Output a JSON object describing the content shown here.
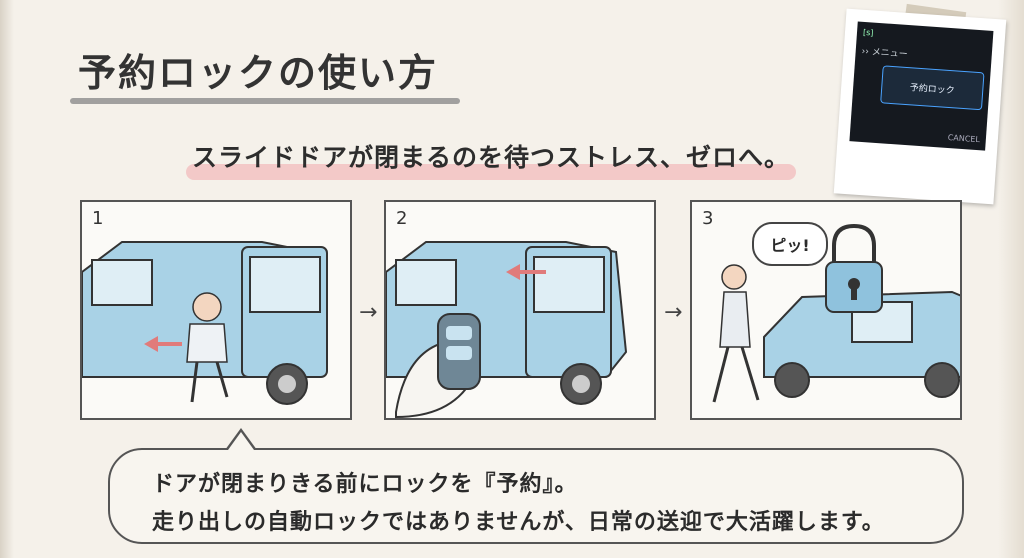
{
  "title": "予約ロックの使い方",
  "subtitle": "スライドドアが閉まるのを待つストレス、ゼロへ。",
  "photo": {
    "menu_label": "メニュー",
    "status": "[s]",
    "button_label": "予約ロック",
    "cancel_label": "CANCEL"
  },
  "steps": [
    {
      "number": "1"
    },
    {
      "number": "2"
    },
    {
      "number": "3",
      "sound": "ピッ!"
    }
  ],
  "arrow_glyph": "→",
  "bubble": {
    "line1": "ドアが閉まりきる前にロックを『予約』。",
    "line2": "走り出しの自動ロックではありませんが、日常の送迎で大活躍します。"
  },
  "colors": {
    "car_body": "#a9d2e6",
    "arrow_red": "#e07b7b",
    "highlight": "#f2c2c2",
    "lock": "#8fc2dd"
  }
}
